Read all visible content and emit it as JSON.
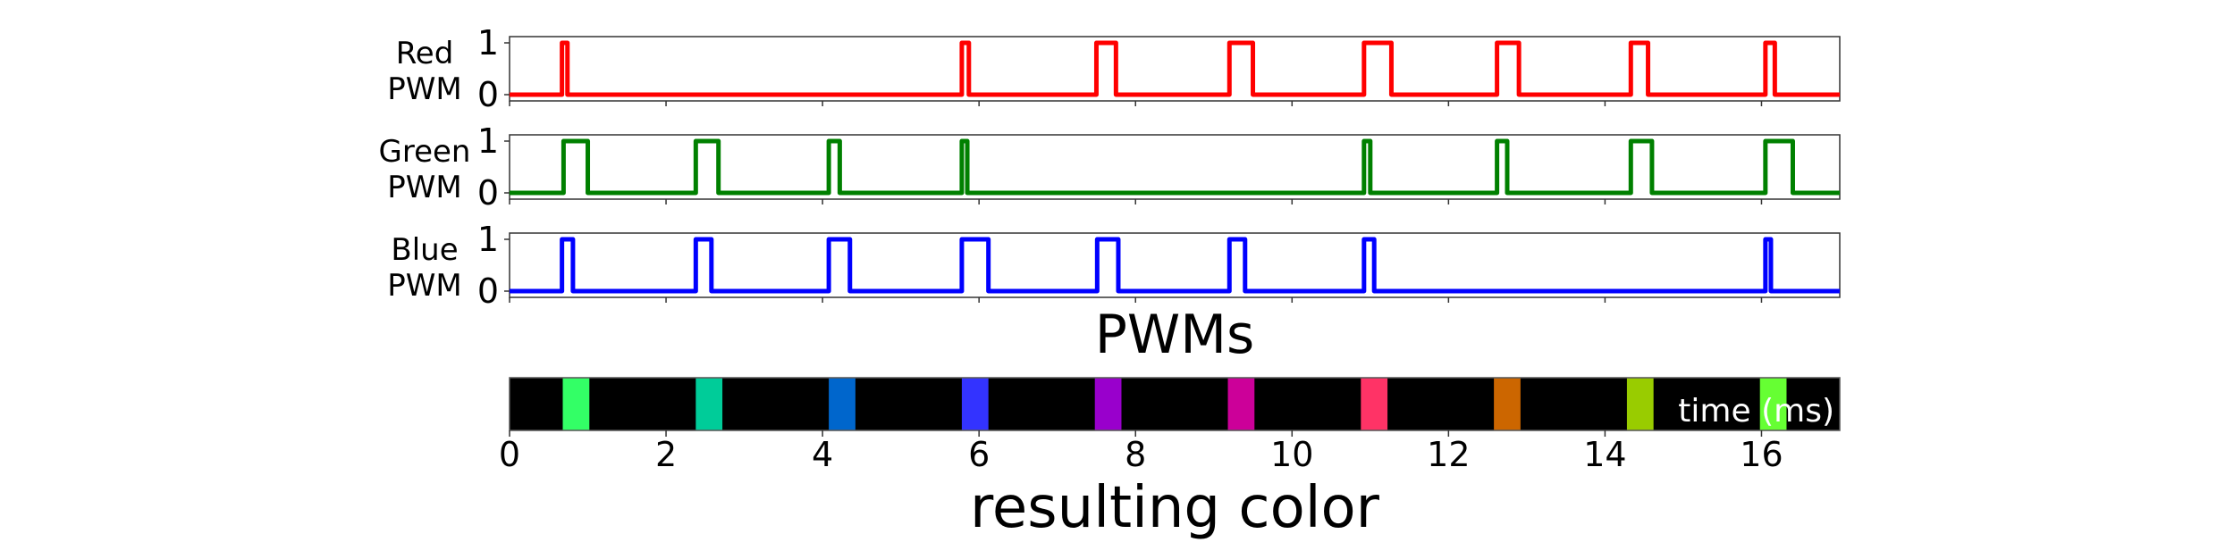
{
  "chart_data": [
    {
      "type": "line",
      "step": true,
      "ylabel": "Red\nPWM",
      "color": "#ff0000",
      "xlim": [
        0,
        17
      ],
      "ylim": [
        0,
        1
      ],
      "yticks": [
        "0",
        "1"
      ],
      "pulses": [
        [
          0.67,
          0.74
        ],
        [
          5.78,
          5.87
        ],
        [
          7.5,
          7.75
        ],
        [
          9.2,
          9.5
        ],
        [
          10.92,
          11.27
        ],
        [
          12.62,
          12.9
        ],
        [
          14.33,
          14.55
        ],
        [
          16.05,
          16.17
        ]
      ]
    },
    {
      "type": "line",
      "step": true,
      "ylabel": "Green\nPWM",
      "color": "#008000",
      "xlim": [
        0,
        17
      ],
      "ylim": [
        0,
        1
      ],
      "yticks": [
        "0",
        "1"
      ],
      "pulses": [
        [
          0.69,
          1.0
        ],
        [
          2.38,
          2.67
        ],
        [
          4.08,
          4.22
        ],
        [
          5.78,
          5.85
        ],
        [
          10.92,
          11.0
        ],
        [
          12.62,
          12.75
        ],
        [
          14.33,
          14.6
        ],
        [
          16.05,
          16.4
        ]
      ]
    },
    {
      "type": "line",
      "step": true,
      "ylabel": "Blue\nPWM",
      "color": "#0000ff",
      "xlim": [
        0,
        17
      ],
      "ylim": [
        0,
        1
      ],
      "yticks": [
        "0",
        "1"
      ],
      "pulses": [
        [
          0.67,
          0.81
        ],
        [
          2.38,
          2.58
        ],
        [
          4.08,
          4.35
        ],
        [
          5.78,
          6.12
        ],
        [
          7.51,
          7.78
        ],
        [
          9.2,
          9.4
        ],
        [
          10.92,
          11.05
        ],
        [
          16.05,
          16.12
        ]
      ],
      "xlabel": "PWMs"
    },
    {
      "type": "heatmap",
      "background": "#000000",
      "xlim": [
        0,
        17
      ],
      "xticks": [
        "0",
        "2",
        "4",
        "6",
        "8",
        "10",
        "12",
        "14",
        "16"
      ],
      "annotation": "time (ms)",
      "xlabel": "resulting color",
      "segments": [
        {
          "start": 0.68,
          "end": 1.02,
          "color": "#33ff66"
        },
        {
          "start": 2.38,
          "end": 2.72,
          "color": "#00cc99"
        },
        {
          "start": 4.08,
          "end": 4.42,
          "color": "#0066cc"
        },
        {
          "start": 5.78,
          "end": 6.12,
          "color": "#3333ff"
        },
        {
          "start": 7.48,
          "end": 7.82,
          "color": "#9900cc"
        },
        {
          "start": 9.18,
          "end": 9.52,
          "color": "#cc0099"
        },
        {
          "start": 10.88,
          "end": 11.22,
          "color": "#ff3366"
        },
        {
          "start": 12.58,
          "end": 12.92,
          "color": "#cc6600"
        },
        {
          "start": 14.28,
          "end": 14.62,
          "color": "#99cc00"
        },
        {
          "start": 15.98,
          "end": 16.32,
          "color": "#66ff33"
        }
      ]
    }
  ]
}
